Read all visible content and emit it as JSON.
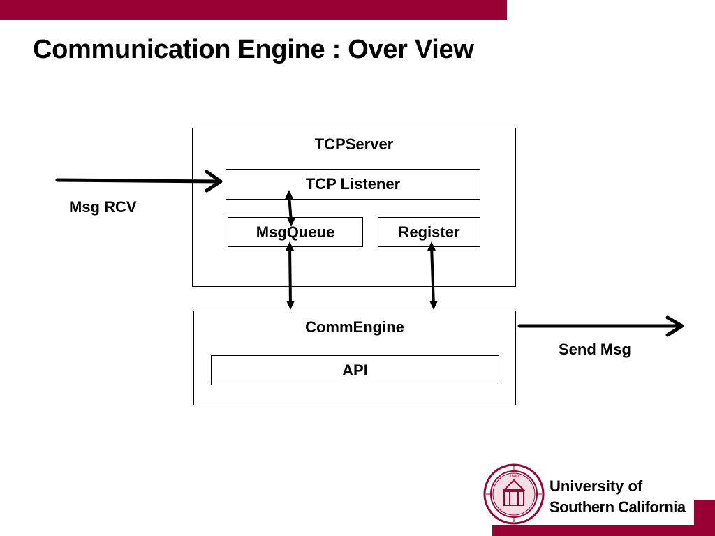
{
  "slide": {
    "title": "Communication Engine : Over View"
  },
  "diagram": {
    "tcp_server": {
      "label": "TCPServer",
      "tcp_listener": "TCP Listener",
      "msg_queue": "MsgQueue",
      "register": "Register"
    },
    "comm_engine": {
      "label": "CommEngine",
      "api": "API"
    },
    "incoming_label": "Msg RCV",
    "outgoing_label": "Send Msg"
  },
  "branding": {
    "university_line1": "University of",
    "university_line2": "Southern California",
    "seal_year": "1880",
    "accent_color": "#990033"
  }
}
